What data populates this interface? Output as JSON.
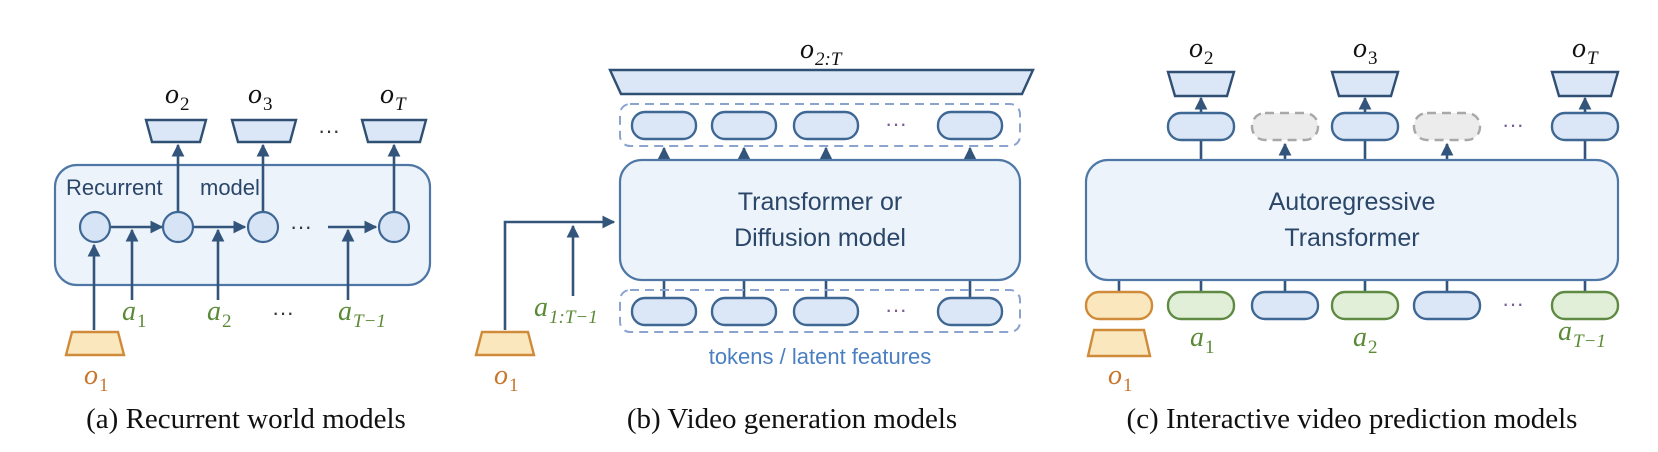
{
  "panel_a": {
    "inner_label_1": "Recurrent",
    "inner_label_2": "model",
    "outputs": [
      "o",
      "o",
      "o"
    ],
    "output_subs": [
      "2",
      "3",
      "T"
    ],
    "actions": [
      "a",
      "a",
      "a"
    ],
    "action_subs": [
      "1",
      "2",
      "T−1"
    ],
    "input": "o",
    "input_sub": "1",
    "ellipsis": "···",
    "caption": "(a) Recurrent world models"
  },
  "panel_b": {
    "model_line_1": "Transformer or",
    "model_line_2": "Diffusion model",
    "output": "o",
    "output_sub": "2:T",
    "action": "a",
    "action_sub": "1:T−1",
    "input": "o",
    "input_sub": "1",
    "token_label": "tokens / latent features",
    "ellipsis": "···",
    "caption": "(b) Video generation models"
  },
  "panel_c": {
    "model_line_1": "Autoregressive",
    "model_line_2": "Transformer",
    "outputs": [
      "o",
      "o",
      "o"
    ],
    "output_subs": [
      "2",
      "3",
      "T"
    ],
    "actions": [
      "a",
      "a",
      "a"
    ],
    "action_subs": [
      "1",
      "2",
      "T−1"
    ],
    "input": "o",
    "input_sub": "1",
    "ellipsis": "···",
    "caption": "(c) Interactive video prediction models"
  }
}
